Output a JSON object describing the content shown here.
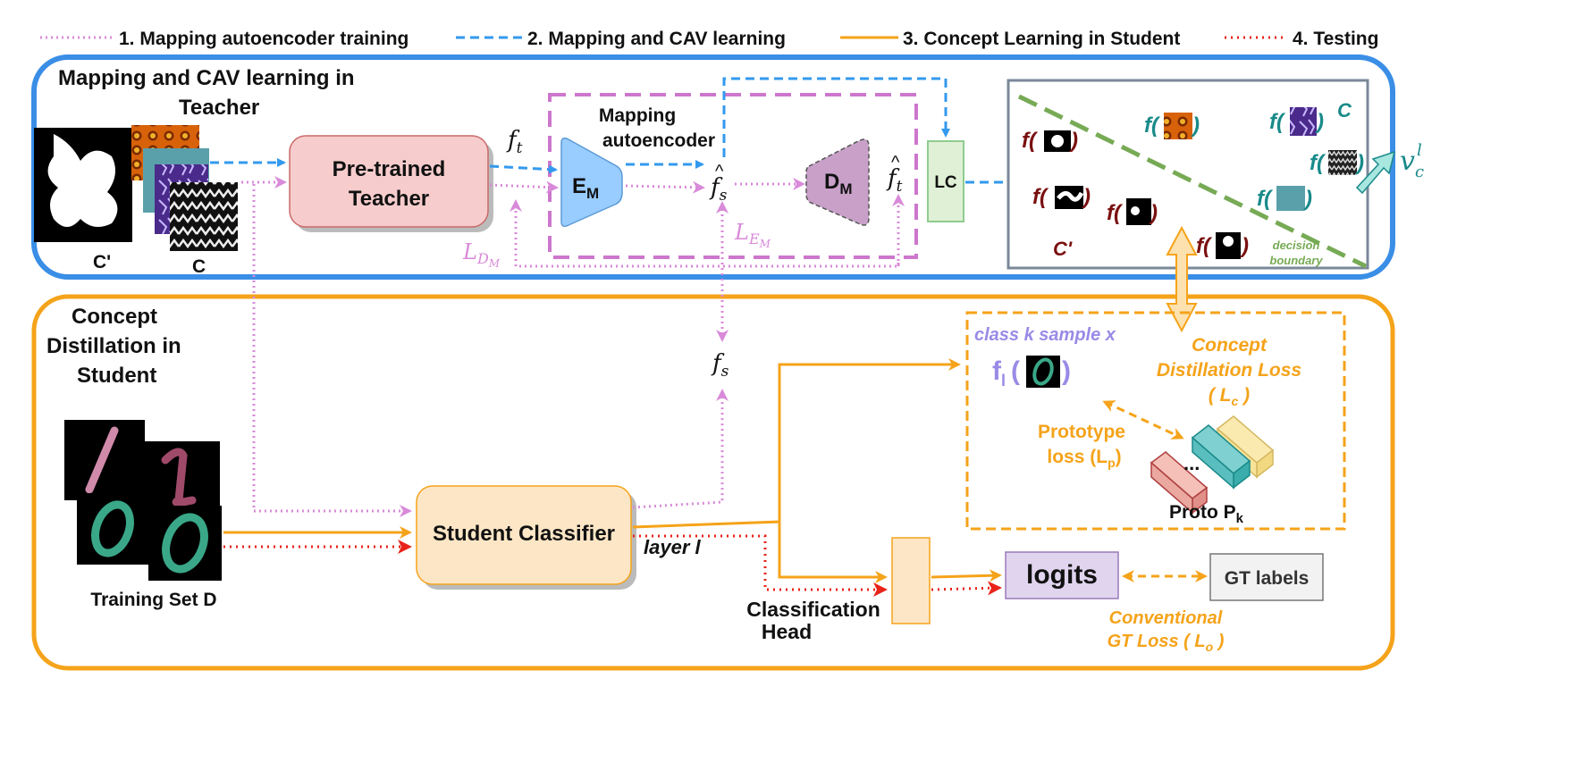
{
  "legend": {
    "item1": "1. Mapping autoencoder training",
    "item2": "2. Mapping and CAV learning",
    "item3": "3. Concept Learning in Student",
    "item4": "4. Testing"
  },
  "colors": {
    "pink_dotted": "#d98ad9",
    "blue_dashed": "#3399ee",
    "orange_solid": "#f5a31a",
    "red_dotted": "#e8231a",
    "teacher_panel": "#3a8ee6",
    "student_panel": "#f5a31a",
    "mapping_box": "#cc77cc",
    "lc_box": "#8fcc8f",
    "decision_line": "#77aa55",
    "concept_text": "#1a8a8a",
    "nonconcept_text": "#7a1010",
    "class_text": "#9a8ae6"
  },
  "teacher_panel": {
    "title_line1": "Mapping and CAV learning in",
    "title_line2": "Teacher",
    "label_c_prime": "C'",
    "label_c": "C",
    "teacher_box_line1": "Pre-trained",
    "teacher_box_line2": "Teacher",
    "ft": "f",
    "ft_sub": "t",
    "mapping_label_line1": "Mapping",
    "mapping_label_line2": "autoencoder",
    "encoder_main": "E",
    "encoder_sub": "M",
    "decoder_main": "D",
    "decoder_sub": "M",
    "fs_hat": "f",
    "fs_hat_sub": "s",
    "ft_hat": "f",
    "ft_hat_sub": "t",
    "loss_dm": "L",
    "loss_dm_sub": "D",
    "loss_dm_subsub": "M",
    "loss_em": "L",
    "loss_em_sub": "E",
    "loss_em_subsub": "M",
    "lc_box": "LC"
  },
  "cav_plot": {
    "concept_label": "C",
    "nonconcept_label": "C'",
    "f_char": "f",
    "open_paren": "(",
    "close_paren": ")",
    "cav_symbol": "v",
    "cav_sup": "l",
    "cav_sub": "c",
    "decision_line1": "decision",
    "decision_line2": "boundary"
  },
  "student_panel": {
    "title_line1": "Concept",
    "title_line2": "Distillation in",
    "title_line3": "Student",
    "training_set": "Training Set D",
    "student_box": "Student Classifier",
    "fs": "f",
    "fs_sub": "s",
    "layer_label": "layer l",
    "head_line1": "Classification",
    "head_line2": "Head",
    "logits": "logits",
    "gt_labels": "GT labels",
    "conv_loss_line1": "Conventional",
    "conv_loss_line2": "GT Loss ( L",
    "conv_loss_sub": "o",
    "conv_loss_end": " )",
    "class_sample": "class k sample x",
    "fl_main": "f",
    "fl_sub": "l",
    "fl_open": "(",
    "fl_close": ")",
    "cd_loss_line1": "Concept",
    "cd_loss_line2": "Distillation Loss",
    "cd_loss_line3": "( L",
    "cd_loss_sub": "c",
    "cd_loss_end": " )",
    "proto_loss_line1": "Prototype",
    "proto_loss_line2": "loss (L",
    "proto_loss_sub": "p",
    "proto_loss_end": ")",
    "proto_main": "Proto P",
    "proto_sub": "k",
    "dots": "..."
  }
}
